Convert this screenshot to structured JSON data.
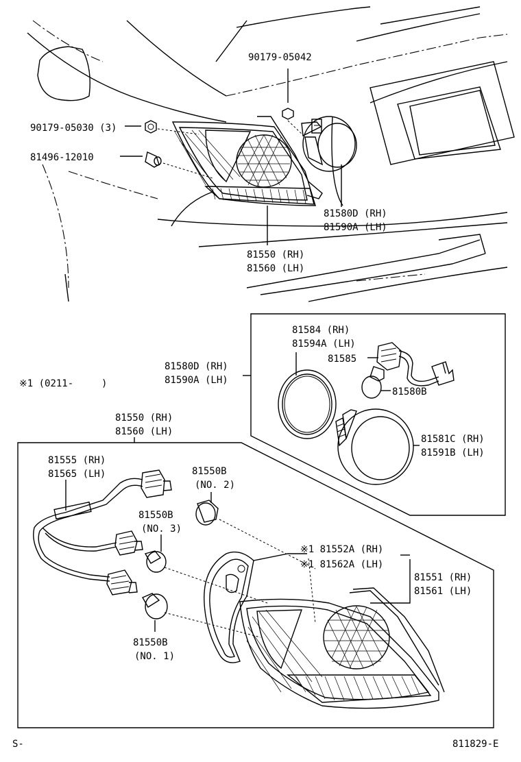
{
  "labels": {
    "p90179_05042": "90179-05042",
    "p90179_05030": "90179-05030 (3)",
    "p81496_12010": "81496-12010",
    "p81580D_top": "81580D (RH)",
    "p81590A_top": "81590A (LH)",
    "p81550_top": "81550 (RH)",
    "p81560_top": "81560 (LH)",
    "p81584": "81584  (RH)",
    "p81594A": "81594A (LH)",
    "p81585": "81585",
    "p81580B": "81580B",
    "p81580D_mid": "81580D (RH)",
    "p81590A_mid": "81590A (LH)",
    "p81581C": "81581C (RH)",
    "p81591B": "81591B (LH)",
    "note_a": "※1 (0211-",
    "note_b": ")",
    "p81550_box": "81550 (RH)",
    "p81560_box": "81560 (LH)",
    "p81555": "81555 (RH)",
    "p81565": "81565 (LH)",
    "p81550B_2a": "81550B",
    "p81550B_2b": "(NO. 2)",
    "p81550B_3a": "81550B",
    "p81550B_3b": "(NO. 3)",
    "p81552A": "※1 81552A (RH)",
    "p81562A": "※1 81562A (LH)",
    "p81551": "81551 (RH)",
    "p81561": "81561 (LH)",
    "p81550B_1a": "81550B",
    "p81550B_1b": "(NO. 1)",
    "footer_left": "S-",
    "footer_right": "811829-E"
  }
}
